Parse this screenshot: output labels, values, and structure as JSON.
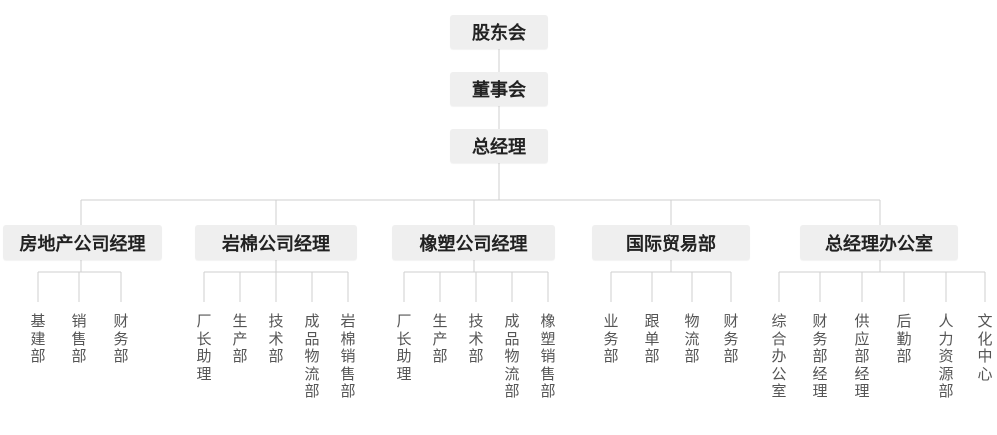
{
  "top": [
    {
      "label": "股东会"
    },
    {
      "label": "董事会"
    },
    {
      "label": "总经理"
    }
  ],
  "branches": [
    {
      "label": "房地产公司经理",
      "depts": [
        "基建部",
        "销售部",
        "财务部"
      ]
    },
    {
      "label": "岩棉公司经理",
      "depts": [
        "厂长助理",
        "生产部",
        "技术部",
        "成品物流部",
        "岩棉销售部"
      ]
    },
    {
      "label": "橡塑公司经理",
      "depts": [
        "厂长助理",
        "生产部",
        "技术部",
        "成品物流部",
        "橡塑销售部"
      ]
    },
    {
      "label": "国际贸易部",
      "depts": [
        "业务部",
        "跟单部",
        "物流部",
        "财务部"
      ]
    },
    {
      "label": "总经理办公室",
      "depts": [
        "综合办公室",
        "财务部经理",
        "供应部经理",
        "后勤部",
        "人力资源部",
        "文化中心"
      ]
    }
  ]
}
